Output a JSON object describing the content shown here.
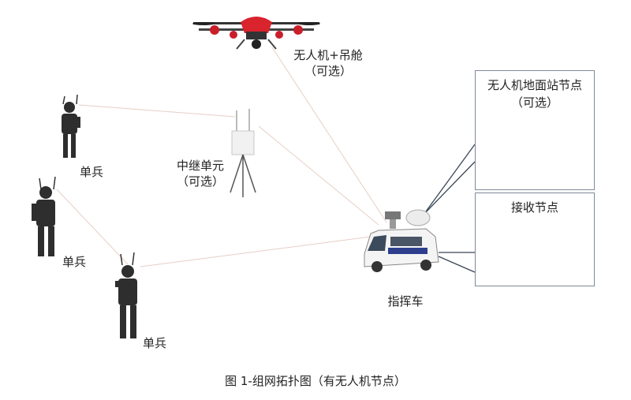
{
  "nodes": {
    "drone": {
      "label": "无人机+吊舱",
      "sub": "（可选）"
    },
    "relay": {
      "label": "中继单元",
      "sub": "（可选）"
    },
    "soldier_1": {
      "label": "单兵"
    },
    "soldier_2": {
      "label": "单兵"
    },
    "soldier_3": {
      "label": "单兵"
    },
    "command_vehicle": {
      "label": "指挥车"
    },
    "ground_station": {
      "label": "无人机地面站节点",
      "sub": "（可选）"
    },
    "receiver": {
      "label": "接收节点"
    }
  },
  "caption": "图 1-组网拓扑图（有无人机节点）",
  "colors": {
    "link": "#e8cfc6",
    "box_border": "#7f8a99",
    "drone_red": "#d9232d"
  }
}
